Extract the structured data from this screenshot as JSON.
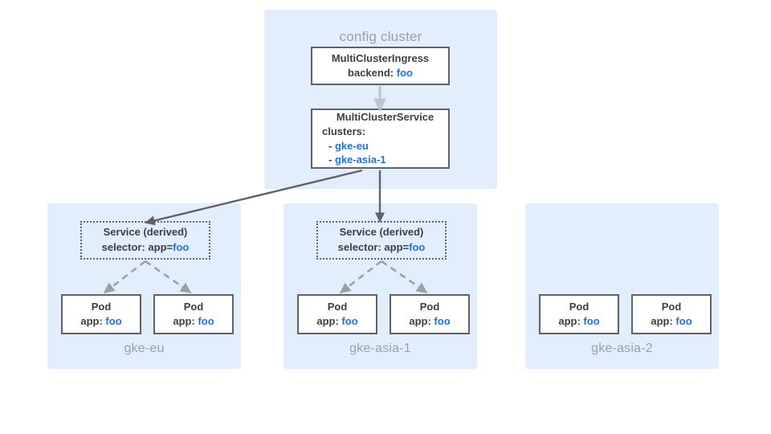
{
  "colors": {
    "panel_bg": "#e3eefc",
    "accent_blue": "#1a73e8",
    "box_border": "#5f6368",
    "label_grey": "#9aa0a6",
    "arrow_dark": "#5f6368",
    "arrow_light": "#9aa0a6"
  },
  "config_cluster": {
    "title": "config cluster",
    "multiclusteringress": {
      "kind": "MultiClusterIngress",
      "field_label": "backend:",
      "field_value": "foo"
    },
    "multiclusterservice": {
      "kind": "MultiClusterService",
      "field_label": "clusters:",
      "clusters": [
        {
          "bullet": "-",
          "name": "gke-eu"
        },
        {
          "bullet": "-",
          "name": "gke-asia-1"
        }
      ]
    }
  },
  "clusters": [
    {
      "name": "gke-eu",
      "has_derived_service": true,
      "service": {
        "title": "Service (derived)",
        "selector_label": "selector: app=",
        "selector_value": "foo"
      },
      "pods": [
        {
          "kind": "Pod",
          "field_label": "app:",
          "field_value": "foo"
        },
        {
          "kind": "Pod",
          "field_label": "app:",
          "field_value": "foo"
        }
      ]
    },
    {
      "name": "gke-asia-1",
      "has_derived_service": true,
      "service": {
        "title": "Service (derived)",
        "selector_label": "selector: app=",
        "selector_value": "foo"
      },
      "pods": [
        {
          "kind": "Pod",
          "field_label": "app:",
          "field_value": "foo"
        },
        {
          "kind": "Pod",
          "field_label": "app:",
          "field_value": "foo"
        }
      ]
    },
    {
      "name": "gke-asia-2",
      "has_derived_service": false,
      "pods": [
        {
          "kind": "Pod",
          "field_label": "app:",
          "field_value": "foo"
        },
        {
          "kind": "Pod",
          "field_label": "app:",
          "field_value": "foo"
        }
      ]
    }
  ]
}
